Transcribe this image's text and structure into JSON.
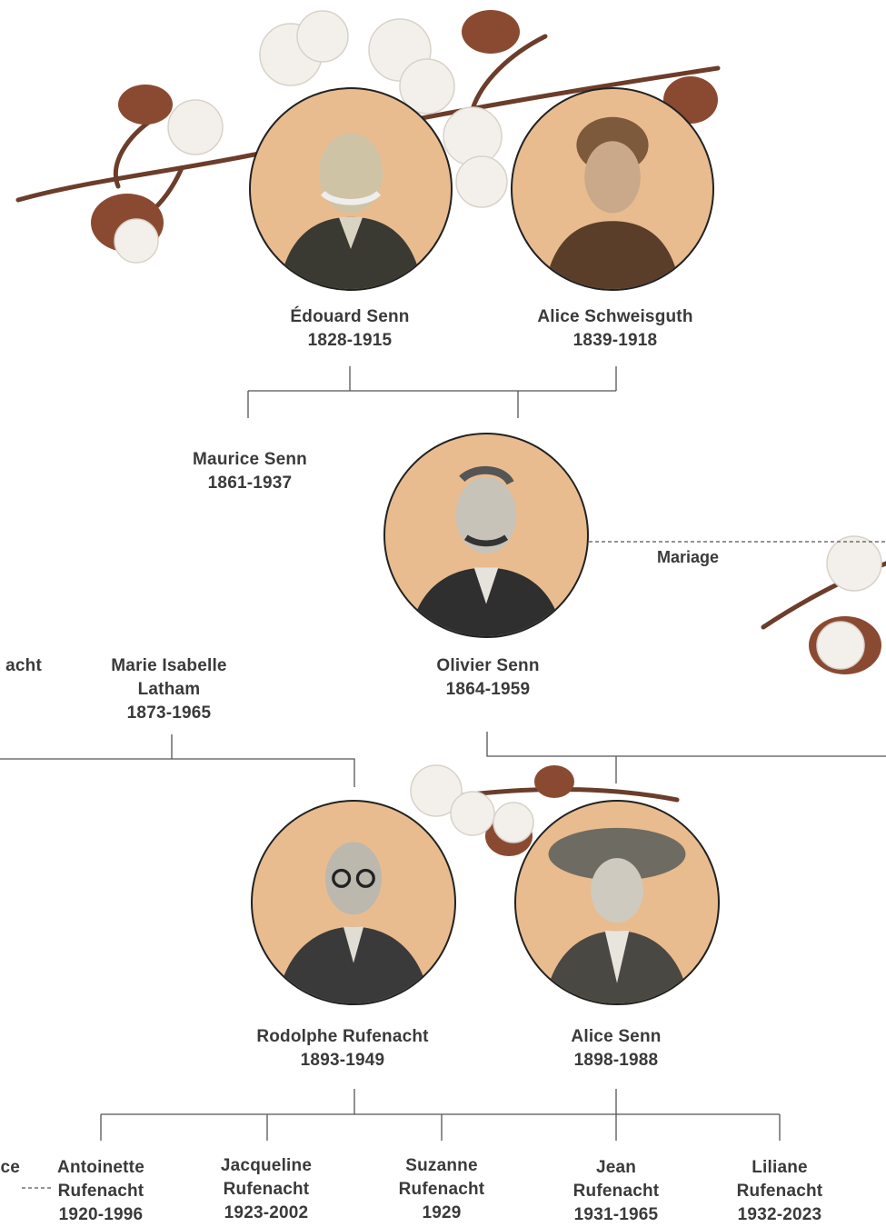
{
  "colors": {
    "portrait_bg": "#e8bc8f",
    "line": "#555555",
    "text": "#3a3a3a"
  },
  "people": {
    "edouard": {
      "name": "Édouard Senn",
      "years": "1828-1915"
    },
    "alice_s": {
      "name": "Alice Schweisguth",
      "years": "1839-1918"
    },
    "maurice": {
      "name": "Maurice Senn",
      "years": "1861-1937"
    },
    "olivier": {
      "name": "Olivier Senn",
      "years": "1864-1959"
    },
    "marie": {
      "name_1": "Marie Isabelle",
      "name_2": "Latham",
      "years": "1873-1965"
    },
    "left_cut": {
      "name": "acht"
    },
    "rodolphe": {
      "name": "Rodolphe Rufenacht",
      "years": "1893-1949"
    },
    "alice_senn": {
      "name": "Alice Senn",
      "years": "1898-1988"
    },
    "left_cut_bottom": {
      "name": "ce"
    },
    "antoinette": {
      "name_1": "Antoinette",
      "name_2": "Rufenacht",
      "years": "1920-1996"
    },
    "jacqueline": {
      "name_1": "Jacqueline",
      "name_2": "Rufenacht",
      "years": "1923-2002"
    },
    "suzanne": {
      "name_1": "Suzanne",
      "name_2": "Rufenacht",
      "years": "1929"
    },
    "jean": {
      "name_1": "Jean",
      "name_2": "Rufenacht",
      "years": "1931-1965"
    },
    "liliane": {
      "name_1": "Liliane",
      "name_2": "Rufenacht",
      "years": "1932-2023"
    }
  },
  "mariage_label": "Mariage",
  "icons": [
    "cotton-branch-icon",
    "portrait-photo-icon"
  ]
}
